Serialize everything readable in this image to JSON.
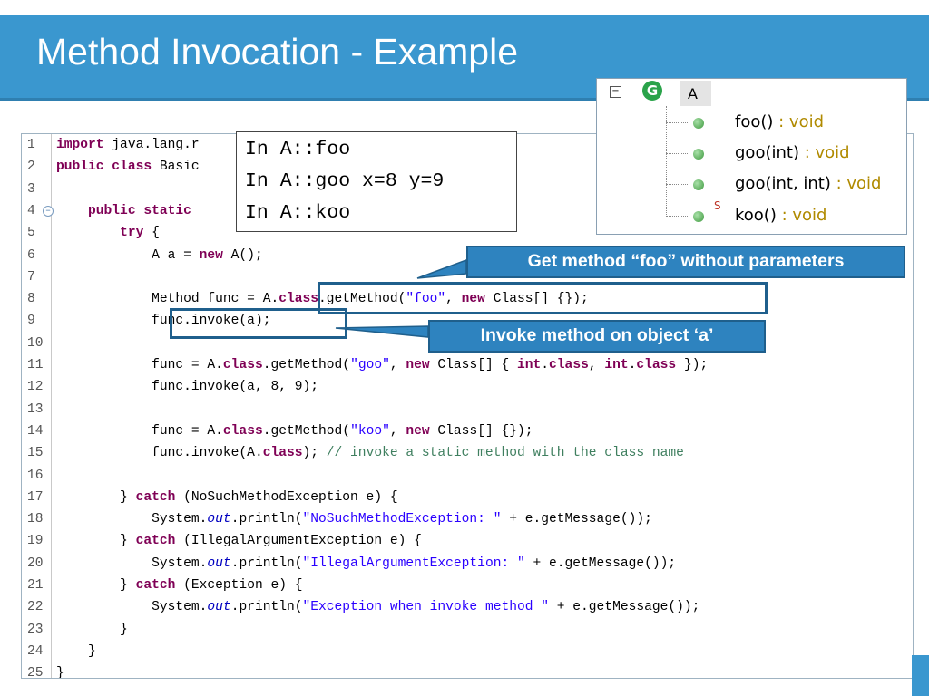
{
  "slide": {
    "title": "Method Invocation - Example"
  },
  "code": {
    "lines": [
      {
        "n": "1",
        "parts": [
          {
            "t": "import",
            "c": "kw"
          },
          {
            "t": " java.lang.r"
          }
        ]
      },
      {
        "n": "2",
        "parts": [
          {
            "t": "public class",
            "c": "kw"
          },
          {
            "t": " Basic"
          }
        ]
      },
      {
        "n": "3",
        "parts": []
      },
      {
        "n": "4",
        "parts": [
          {
            "t": "    "
          },
          {
            "t": "public static",
            "c": "kw"
          }
        ]
      },
      {
        "n": "5",
        "parts": [
          {
            "t": "        "
          },
          {
            "t": "try",
            "c": "kw"
          },
          {
            "t": " {"
          }
        ]
      },
      {
        "n": "6",
        "parts": [
          {
            "t": "            A a = "
          },
          {
            "t": "new",
            "c": "kw"
          },
          {
            "t": " A();"
          }
        ]
      },
      {
        "n": "7",
        "parts": []
      },
      {
        "n": "8",
        "parts": [
          {
            "t": "            Method func = A."
          },
          {
            "t": "class",
            "c": "kw"
          },
          {
            "t": ".getMethod("
          },
          {
            "t": "\"foo\"",
            "c": "str"
          },
          {
            "t": ", "
          },
          {
            "t": "new",
            "c": "kw"
          },
          {
            "t": " Class[] {});"
          }
        ]
      },
      {
        "n": "9",
        "parts": [
          {
            "t": "            func.invoke(a);"
          }
        ]
      },
      {
        "n": "10",
        "parts": []
      },
      {
        "n": "11",
        "parts": [
          {
            "t": "            func = A."
          },
          {
            "t": "class",
            "c": "kw"
          },
          {
            "t": ".getMethod("
          },
          {
            "t": "\"goo\"",
            "c": "str"
          },
          {
            "t": ", "
          },
          {
            "t": "new",
            "c": "kw"
          },
          {
            "t": " Class[] { "
          },
          {
            "t": "int",
            "c": "kw"
          },
          {
            "t": "."
          },
          {
            "t": "class",
            "c": "kw"
          },
          {
            "t": ", "
          },
          {
            "t": "int",
            "c": "kw"
          },
          {
            "t": "."
          },
          {
            "t": "class",
            "c": "kw"
          },
          {
            "t": " });"
          }
        ]
      },
      {
        "n": "12",
        "parts": [
          {
            "t": "            func.invoke(a, 8, 9);"
          }
        ]
      },
      {
        "n": "13",
        "parts": []
      },
      {
        "n": "14",
        "parts": [
          {
            "t": "            func = A."
          },
          {
            "t": "class",
            "c": "kw"
          },
          {
            "t": ".getMethod("
          },
          {
            "t": "\"koo\"",
            "c": "str"
          },
          {
            "t": ", "
          },
          {
            "t": "new",
            "c": "kw"
          },
          {
            "t": " Class[] {});"
          }
        ]
      },
      {
        "n": "15",
        "parts": [
          {
            "t": "            func.invoke(A."
          },
          {
            "t": "class",
            "c": "kw"
          },
          {
            "t": "); "
          },
          {
            "t": "// invoke a static method with the class name",
            "c": "cm"
          }
        ]
      },
      {
        "n": "16",
        "parts": []
      },
      {
        "n": "17",
        "parts": [
          {
            "t": "        } "
          },
          {
            "t": "catch",
            "c": "kw"
          },
          {
            "t": " (NoSuchMethodException e) {"
          }
        ]
      },
      {
        "n": "18",
        "parts": [
          {
            "t": "            System."
          },
          {
            "t": "out",
            "c": "it"
          },
          {
            "t": ".println("
          },
          {
            "t": "\"NoSuchMethodException: \"",
            "c": "str"
          },
          {
            "t": " + e.getMessage());"
          }
        ]
      },
      {
        "n": "19",
        "parts": [
          {
            "t": "        } "
          },
          {
            "t": "catch",
            "c": "kw"
          },
          {
            "t": " (IllegalArgumentException e) {"
          }
        ]
      },
      {
        "n": "20",
        "parts": [
          {
            "t": "            System."
          },
          {
            "t": "out",
            "c": "it"
          },
          {
            "t": ".println("
          },
          {
            "t": "\"IllegalArgumentException: \"",
            "c": "str"
          },
          {
            "t": " + e.getMessage());"
          }
        ]
      },
      {
        "n": "21",
        "parts": [
          {
            "t": "        } "
          },
          {
            "t": "catch",
            "c": "kw"
          },
          {
            "t": " (Exception e) {"
          }
        ]
      },
      {
        "n": "22",
        "parts": [
          {
            "t": "            System."
          },
          {
            "t": "out",
            "c": "it"
          },
          {
            "t": ".println("
          },
          {
            "t": "\"Exception when invoke method \"",
            "c": "str"
          },
          {
            "t": " + e.getMessage());"
          }
        ]
      },
      {
        "n": "23",
        "parts": [
          {
            "t": "        }"
          }
        ]
      },
      {
        "n": "24",
        "parts": [
          {
            "t": "    }"
          }
        ]
      },
      {
        "n": "25",
        "parts": [
          {
            "t": "}"
          }
        ]
      }
    ]
  },
  "output": {
    "lines": [
      "In A::foo",
      "In A::goo x=8 y=9",
      "In A::koo"
    ]
  },
  "outline": {
    "collapse_symbol": "−",
    "class_icon_letter": "G",
    "class_name": "A",
    "items": [
      {
        "name": "foo()",
        "type": " : void",
        "static": ""
      },
      {
        "name": "goo(int)",
        "type": " : void",
        "static": ""
      },
      {
        "name": "goo(int, int)",
        "type": " : void",
        "static": ""
      },
      {
        "name": "koo()",
        "type": " : void",
        "static": "S"
      }
    ]
  },
  "callouts": {
    "get_method": "Get method “foo” without parameters",
    "invoke": "Invoke method on object ‘a’"
  },
  "colors": {
    "banner": "#3a97cf",
    "callout": "#2e83bf",
    "keyword": "#7f0055",
    "string": "#2a00ff",
    "comment": "#3f7f5f"
  }
}
